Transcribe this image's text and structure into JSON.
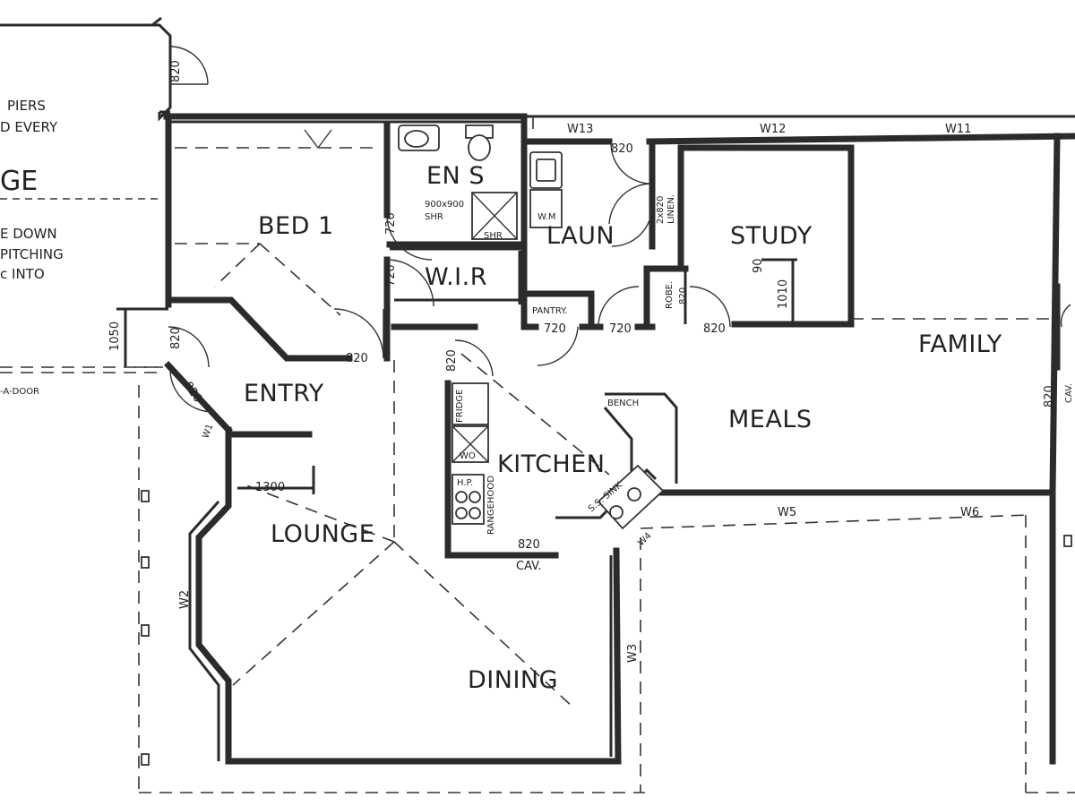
{
  "rooms": {
    "bed1": "BED 1",
    "ens": "EN S",
    "wir": "W.I.R",
    "laun": "LAUN",
    "study": "STUDY",
    "family": "FAMILY",
    "entry": "ENTRY",
    "meals": "MEALS",
    "kitchen": "KITCHEN",
    "lounge": "LOUNGE",
    "dining": "DINING",
    "pantry": "PANTRY."
  },
  "garage_notes": {
    "line1": "PIERS",
    "line2": "D EVERY",
    "big": "GE",
    "line3": "E DOWN",
    "line4": "PITCHING",
    "line5": "c INTO",
    "door": "-A-DOOR"
  },
  "windows": {
    "w13": "W13",
    "w12": "W12",
    "w11": "W11",
    "w5": "W5",
    "w6": "W6",
    "w4": "W4",
    "w3": "W3",
    "w2": "W2",
    "w1": "W1"
  },
  "dimensions": {
    "d820_laun": "820",
    "d820_garage": "820",
    "d720_a": "720",
    "d720_b": "720",
    "d820_bed": "820",
    "d820_entry_v": "820",
    "d820_entry_diag": "820",
    "d1050": "1050",
    "d820_wir": "820",
    "d720_pantry": "720",
    "d720_hall": "720",
    "d820_study": "820",
    "d90": "90",
    "d1010": "1010",
    "d1300": "1300",
    "d820_kitchen": "820",
    "cav_kitchen": "CAV.",
    "d820_family": "820",
    "cav_family": "CAV.",
    "robe": "ROBE.",
    "robe_dim": "820",
    "linen": "2x820",
    "linen2": "LINEN."
  },
  "fixtures": {
    "shower": "900x900",
    "shr": "SHR",
    "shr_box": "SHR",
    "wm": "W.M",
    "fridge": "FRIDGE",
    "wo": "WO",
    "hp": "H.P.",
    "rangehood": "RANGEHOOD",
    "bench": "BENCH",
    "sink": "S.S. SINK"
  }
}
